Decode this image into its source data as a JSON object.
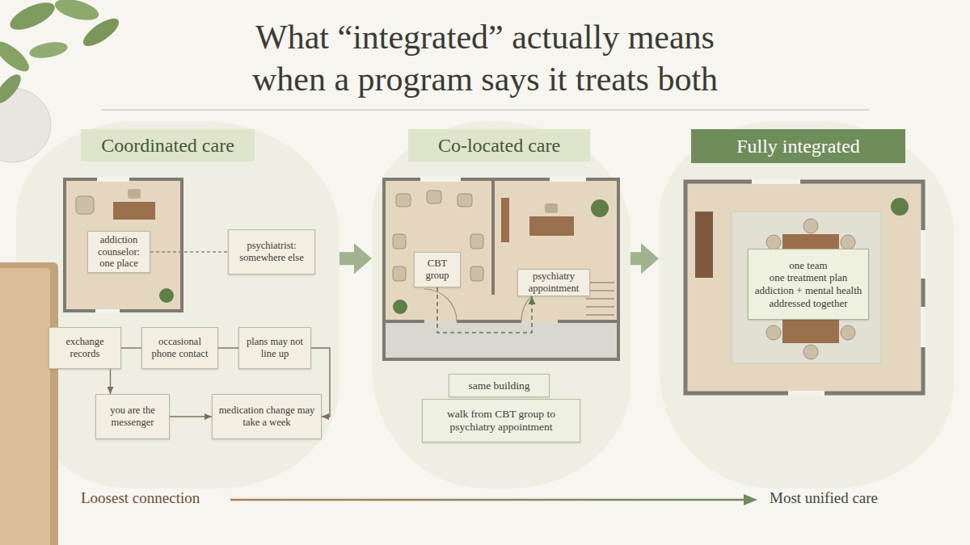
{
  "diagram": {
    "title": "What “integrated” actually means when a program says it treats both",
    "nodes": [
      {
        "text": [
          "Coordinated care"
        ]
      },
      {
        "text": [
          "addiction counselor: one place"
        ],
        "in": 0
      },
      {
        "text": [
          "psychiatrist: somewhere else"
        ],
        "in": 0
      },
      {
        "text": [
          "exchange records"
        ],
        "in": 0
      },
      {
        "text": [
          "occasional phone contact"
        ],
        "in": 0
      },
      {
        "text": [
          "plans may not line up"
        ],
        "in": 0
      },
      {
        "text": [
          "you are the messenger"
        ],
        "in": 0
      },
      {
        "text": [
          "medication change may take a week"
        ],
        "in": 0
      },
      {
        "text": [
          "Co-located care"
        ]
      },
      {
        "text": [
          "CBT group"
        ],
        "in": 8
      },
      {
        "text": [
          "psychiatry appointment"
        ],
        "in": 8
      },
      {
        "text": [
          "same building"
        ],
        "in": 8
      },
      {
        "text": [
          "walk from CBT group to psychiatry appointment"
        ],
        "in": 8
      },
      {
        "text": [
          "Fully integrated"
        ]
      },
      {
        "text": [
          "one team",
          "one treatment plan",
          "addiction + mental health addressed together"
        ],
        "in": 13
      }
    ],
    "edges": [
      {
        "from": 1,
        "to": 2,
        "arrow": "none"
      },
      {
        "from": 3,
        "to": 4,
        "arrow": "none"
      },
      {
        "from": 4,
        "to": 5,
        "arrow": "none"
      },
      {
        "from": 3,
        "to": 6,
        "arrow": "to"
      },
      {
        "from": 6,
        "to": 7,
        "arrow": "to"
      },
      {
        "from": 5,
        "to": 7,
        "arrow": "to"
      },
      {
        "from": 9,
        "to": 10,
        "arrow": "to"
      },
      {
        "from": 0,
        "to": 8,
        "arrow": "to"
      },
      {
        "from": 8,
        "to": 13,
        "arrow": "to"
      }
    ],
    "labels": [
      "Loosest connection",
      "Most unified care"
    ]
  }
}
